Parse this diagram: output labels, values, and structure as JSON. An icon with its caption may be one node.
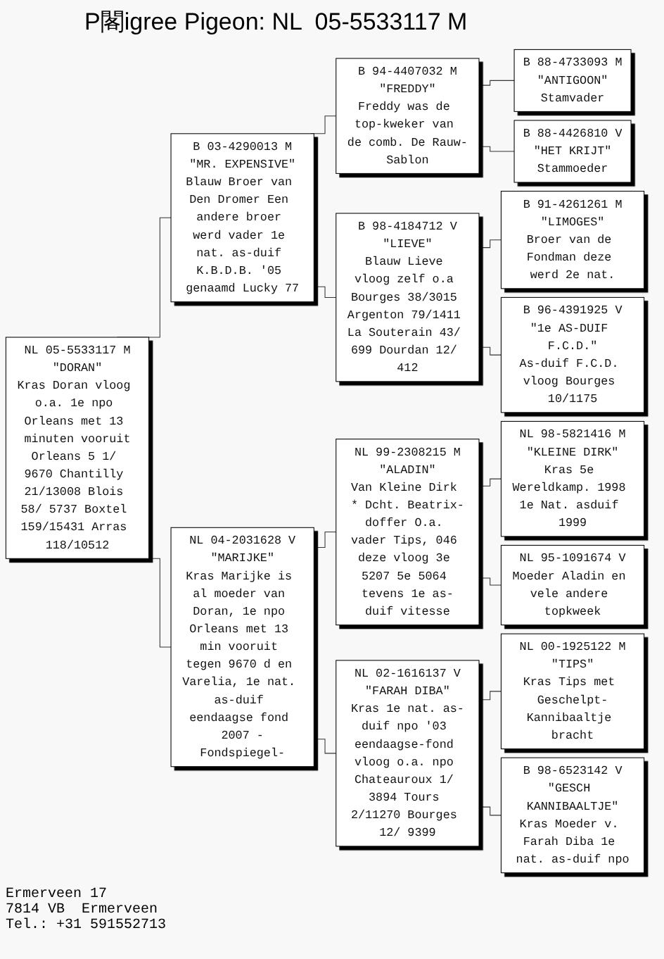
{
  "diagram": {
    "title": "P閣igree Pigeon: NL  05-5533117 M",
    "nodes": [
      {
        "text": [
          "NL 05-5533117 M",
          "\"DORAN\"",
          "Kras Doran vloog o.a. 1e npo Orleans met 13 minuten vooruit",
          "Orleans 5 1/ 9670 Chantilly 21/13008 Blois 58/ 5737 Boxtel 159/15431 Arras 118/10512"
        ]
      },
      {
        "text": [
          "B 03-4290013 M",
          "\"MR. EXPENSIVE\"",
          "Blauw Broer van Den Dromer Een andere broer werd vader 1e nat. as-duif K.B.D.B. '05 genaamd Lucky 77"
        ]
      },
      {
        "text": [
          "NL 04-2031628 V",
          "\"MARIJKE\"",
          "Kras Marijke is al moeder van Doran, 1e npo Orleans met 13 min vooruit tegen 9670 d en Varelia, 1e nat. as-duif eendaagse fond 2007 -Fondspiegel-"
        ]
      },
      {
        "text": [
          "B 94-4407032 M",
          "\"FREDDY\"",
          "Freddy was de top-kweker van de comb. De Rauw-Sablon"
        ]
      },
      {
        "text": [
          "B 98-4184712 V",
          "\"LIEVE\"",
          "Blauw Lieve vloog zelf o.a Bourges 38/3015 Argenton 79/1411 La Souterain 43/ 699 Dourdan 12/ 412"
        ]
      },
      {
        "text": [
          "NL 99-2308215 M",
          "\"ALADIN\"",
          "Van Kleine Dirk * Dcht. Beatrix-doffer O.a. vader Tips, 046 deze vloog 3e 5207 5e 5064 tevens 1e as-duif vitesse"
        ]
      },
      {
        "text": [
          "NL 02-1616137 V",
          "\"FARAH DIBA\"",
          "Kras 1e nat. as-duif npo '03 eendaagse-fond vloog o.a. npo Chateauroux 1/ 3894 Tours 2/11270 Bourges 12/ 9399"
        ]
      },
      {
        "text": [
          "B 88-4733093 M",
          "\"ANTIGOON\"",
          "Stamvader"
        ]
      },
      {
        "text": [
          "B 88-4426810 V",
          "\"HET KRIJT\"",
          "Stammoeder"
        ]
      },
      {
        "text": [
          "B 91-4261261 M",
          "\"LIMOGES\"",
          "Broer van de Fondman deze werd 2e nat."
        ]
      },
      {
        "text": [
          "B 96-4391925 V",
          "\"1e AS-DUIF F.C.D.\"",
          "As-duif F.C.D. vloog Bourges 10/1175"
        ]
      },
      {
        "text": [
          "NL 98-5821416 M",
          "\"KLEINE DIRK\"",
          "Kras 5e Wereldkamp. 1998 1e Nat. asduif 1999"
        ]
      },
      {
        "text": [
          "NL 95-1091674 V",
          "Moeder Aladin en vele andere topkweek"
        ]
      },
      {
        "text": [
          "NL 00-1925122 M",
          "\"TIPS\"",
          "Kras Tips met Geschelpt-Kannibaaltje bracht"
        ]
      },
      {
        "text": [
          "B 98-6523142 V",
          "\"GESCH KANNIBAALTJE\"",
          "Kras Moeder v. Farah Diba 1e nat. as-duif npo"
        ]
      }
    ],
    "edges": [
      {
        "from": 0,
        "to": 1,
        "arrow": "none"
      },
      {
        "from": 0,
        "to": 2,
        "arrow": "none"
      },
      {
        "from": 1,
        "to": 3,
        "arrow": "none"
      },
      {
        "from": 1,
        "to": 4,
        "arrow": "none"
      },
      {
        "from": 2,
        "to": 5,
        "arrow": "none"
      },
      {
        "from": 2,
        "to": 6,
        "arrow": "none"
      },
      {
        "from": 3,
        "to": 7,
        "arrow": "none"
      },
      {
        "from": 3,
        "to": 8,
        "arrow": "none"
      },
      {
        "from": 4,
        "to": 9,
        "arrow": "none"
      },
      {
        "from": 4,
        "to": 10,
        "arrow": "none"
      },
      {
        "from": 5,
        "to": 11,
        "arrow": "none"
      },
      {
        "from": 5,
        "to": 12,
        "arrow": "none"
      },
      {
        "from": 6,
        "to": 13,
        "arrow": "none"
      },
      {
        "from": 6,
        "to": 14,
        "arrow": "none"
      }
    ],
    "labels": [
      "Ermerveen 17",
      "7814 VB  Ermerveen",
      "Tel.: +31 591552713"
    ]
  }
}
